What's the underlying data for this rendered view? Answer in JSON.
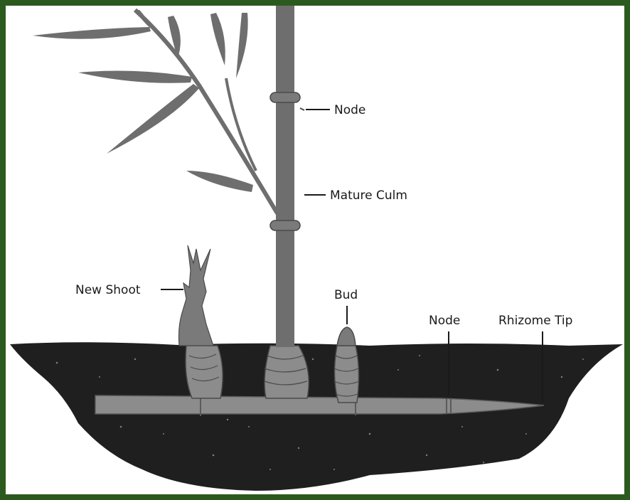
{
  "labels": {
    "node_upper": "Node",
    "mature_culm": "Mature Culm",
    "new_shoot": "New Shoot",
    "bud": "Bud",
    "node_rhizome": "Node",
    "rhizome_tip": "Rhizome Tip"
  },
  "colors": {
    "border": "#2c5a1e",
    "background": "#ffffff",
    "plant": "#6e6e6e",
    "plant_light": "#8f8f8f",
    "soil": "#1f1f1f",
    "rhizome": "#8c8c8c"
  }
}
